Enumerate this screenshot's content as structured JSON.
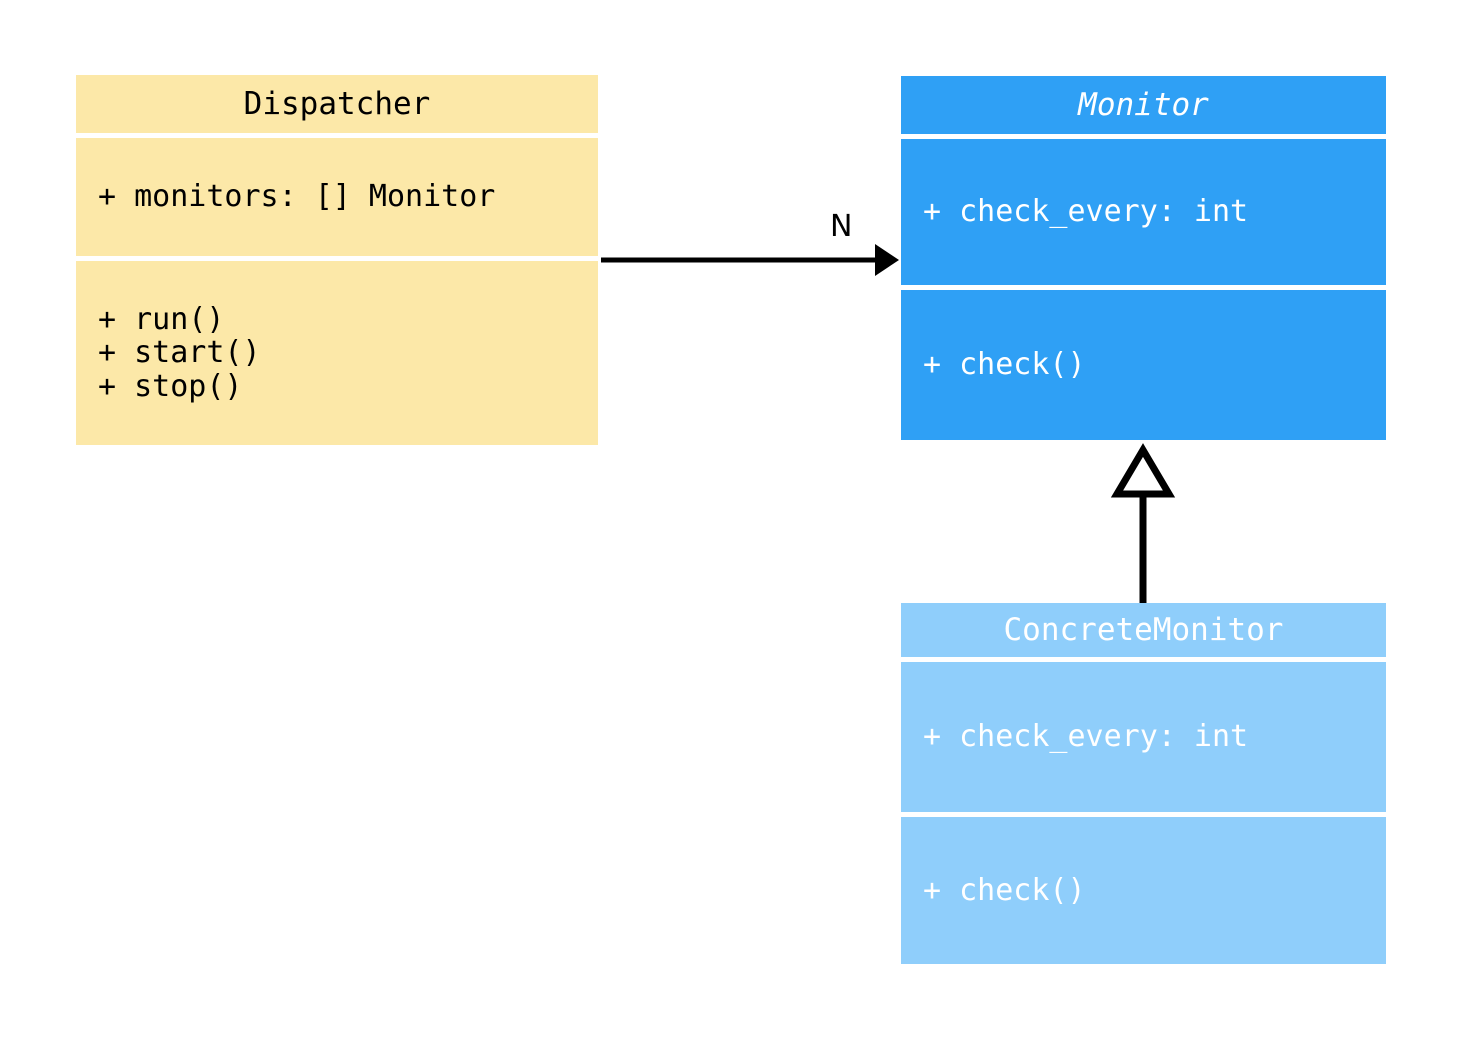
{
  "diagram": {
    "type": "uml-class-diagram",
    "background_color": "#ffffff"
  },
  "classes": [
    {
      "id": "dispatcher",
      "name": "Dispatcher",
      "abstract": false,
      "fill_color": "#fce8a8",
      "text_color": "#000000",
      "attributes": [
        "+ monitors: [] Monitor"
      ],
      "operations": [
        "+ run()",
        "+ start()",
        "+ stop()"
      ]
    },
    {
      "id": "monitor",
      "name": "Monitor",
      "abstract": true,
      "fill_color": "#2fa0f5",
      "text_color": "#ffffff",
      "attributes": [
        "+ check_every: int"
      ],
      "operations": [
        "+ check()"
      ]
    },
    {
      "id": "concrete_monitor",
      "name": "ConcreteMonitor",
      "abstract": false,
      "fill_color": "#8fcefb",
      "text_color": "#ffffff",
      "attributes": [
        "+ check_every: int"
      ],
      "operations": [
        "+ check()"
      ]
    }
  ],
  "relationships": [
    {
      "id": "dispatcher_to_monitor",
      "kind": "association",
      "from": "Dispatcher",
      "to": "Monitor",
      "multiplicity_label": "N",
      "arrowhead": "filled-arrow",
      "line_color": "#000000"
    },
    {
      "id": "concrete_monitor_to_monitor",
      "kind": "generalization",
      "from": "ConcreteMonitor",
      "to": "Monitor",
      "multiplicity_label": "",
      "arrowhead": "hollow-triangle",
      "line_color": "#000000"
    }
  ]
}
